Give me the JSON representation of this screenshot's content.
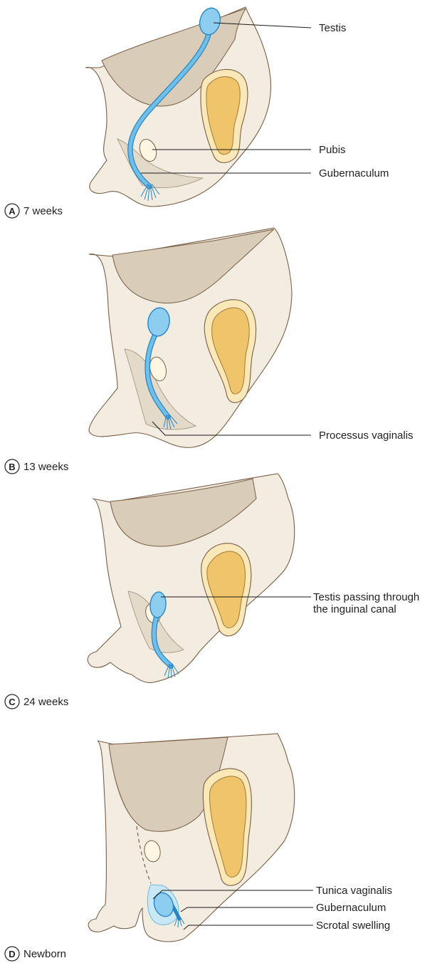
{
  "panels": [
    {
      "letter": "A",
      "caption": "7 weeks",
      "labels": {
        "testis": "Testis",
        "pubis": "Pubis",
        "gubernaculum": "Gubernaculum"
      }
    },
    {
      "letter": "B",
      "caption": "13 weeks",
      "labels": {
        "processus": "Processus vaginalis"
      }
    },
    {
      "letter": "C",
      "caption": "24 weeks",
      "labels": {
        "testis_line1": "Testis passing through",
        "testis_line2": "the inguinal canal"
      }
    },
    {
      "letter": "D",
      "caption": "Newborn",
      "labels": {
        "tunica": "Tunica vaginalis",
        "gubernaculum": "Gubernaculum",
        "scrotal": "Scrotal swelling"
      }
    }
  ],
  "colors": {
    "tissue": "#f3ece1",
    "cavity_shadow": "#d9ccb9",
    "bone": "#f0c46a",
    "testis": "#8ccdf0",
    "outline": "#7a5f45",
    "leader_line": "#1a1a1a"
  }
}
